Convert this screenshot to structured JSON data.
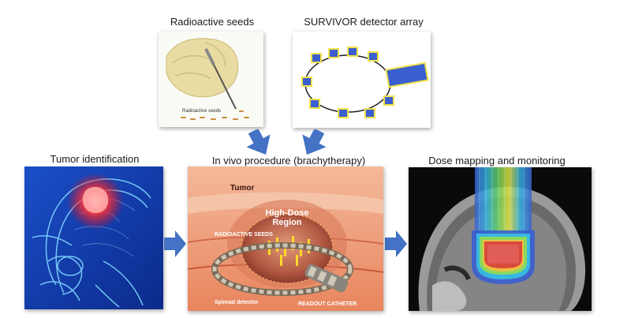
{
  "top_labels": {
    "seeds": "Radioactive seeds",
    "detector": "SURVIVOR detector array"
  },
  "bottom_labels": {
    "tumor": "Tumor identification",
    "procedure": "In vivo procedure (brachytherapy)",
    "dose": "Dose mapping and monitoring"
  },
  "seeds_panel": {
    "caption": "Radioactive seeds"
  },
  "procedure_panel": {
    "tumor": "Tumor",
    "region_line1": "High-Dose",
    "region_line2": "Region",
    "seeds": "RADIOACTIVE SEEDS",
    "detector": "Spinrad detector",
    "catheter": "READOUT CATHETER"
  },
  "colors": {
    "arrow_blue": "#4472c4",
    "detector_blue": "#3a5fcf",
    "detector_glow": "#f2e24a"
  }
}
